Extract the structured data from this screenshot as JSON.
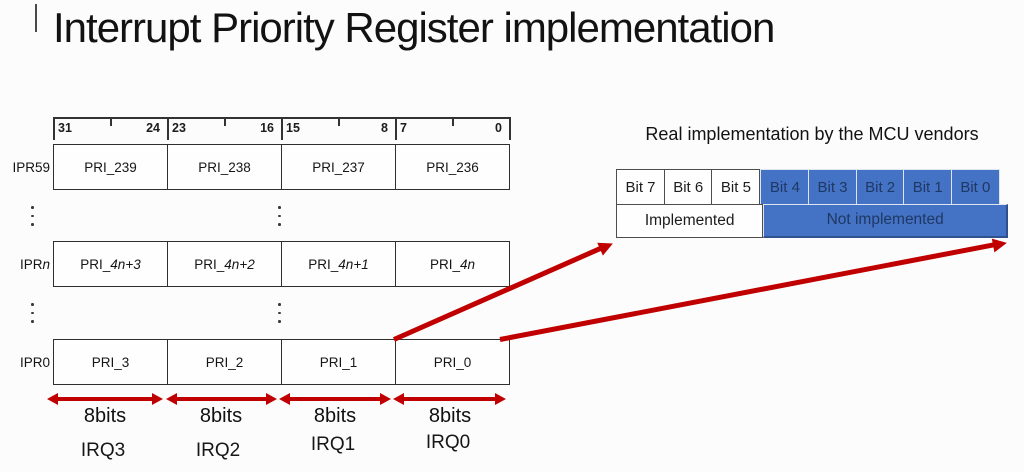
{
  "slide": {
    "title": "Interrupt Priority Register implementation"
  },
  "register_map": {
    "bit_numbers": [
      "31",
      "24",
      "23",
      "16",
      "15",
      "8",
      "7",
      "0"
    ],
    "rows": [
      {
        "label_pre": "IPR59",
        "label_it": "",
        "cells": [
          {
            "pre": "PRI_239",
            "it": ""
          },
          {
            "pre": "PRI_238",
            "it": ""
          },
          {
            "pre": "PRI_237",
            "it": ""
          },
          {
            "pre": "PRI_236",
            "it": ""
          }
        ]
      },
      {
        "label_pre": "IPR",
        "label_it": "n",
        "cells": [
          {
            "pre": "PRI_",
            "it": "4n+3"
          },
          {
            "pre": "PRI_",
            "it": "4n+2"
          },
          {
            "pre": "PRI_",
            "it": "4n+1"
          },
          {
            "pre": "PRI_",
            "it": "4n"
          }
        ]
      },
      {
        "label_pre": "IPR0",
        "label_it": "",
        "cells": [
          {
            "pre": "PRI_3",
            "it": ""
          },
          {
            "pre": "PRI_2",
            "it": ""
          },
          {
            "pre": "PRI_1",
            "it": ""
          },
          {
            "pre": "PRI_0",
            "it": ""
          }
        ]
      }
    ],
    "width_labels": [
      "8bits",
      "8bits",
      "8bits",
      "8bits"
    ],
    "irq_labels": [
      "IRQ3",
      "IRQ2",
      "IRQ1",
      "IRQ0"
    ]
  },
  "vendor_panel": {
    "title": "Real implementation by the MCU vendors",
    "bit_cells": [
      "Bit 7",
      "Bit 6",
      "Bit 5",
      "Bit 4",
      "Bit 3",
      "Bit 2",
      "Bit 1",
      "Bit 0"
    ],
    "implemented_label": "Implemented",
    "not_implemented_label": "Not implemented"
  },
  "icons": {
    "width_arrow": "red-double-headed-arrow-css-shape",
    "mapping_arrow": "red-single-headed-arrow-css-shape"
  },
  "colors": {
    "accent_red": "#c00000",
    "vendor_blue": "#4472c4",
    "vendor_navy_text": "#1f3864",
    "diagram_line": "#2f2f2f",
    "background": "#fdfcfc"
  }
}
